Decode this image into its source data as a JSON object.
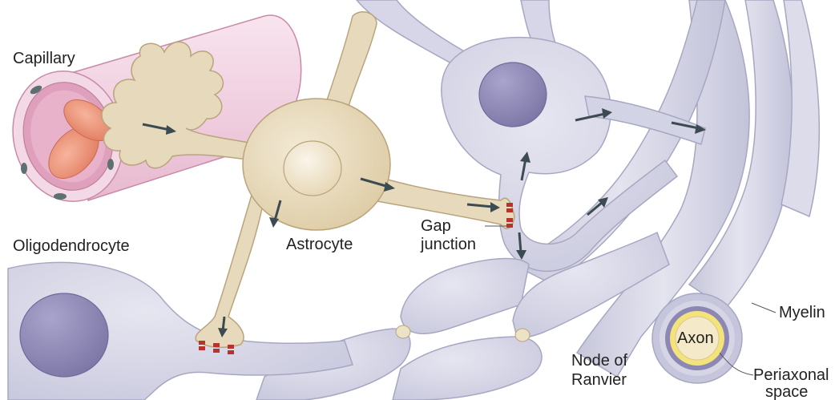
{
  "labels": {
    "capillary": "Capillary",
    "astrocyte": "Astrocyte",
    "oligodendrocyte": "Oligodendrocyte",
    "gap_junction_line1": "Gap",
    "gap_junction_line2": "junction",
    "myelin": "Myelin",
    "axon": "Axon",
    "node_line1": "Node of",
    "node_line2": "Ranvier",
    "periaxonal_line1": "Periaxonal",
    "periaxonal_line2": "space"
  },
  "colors": {
    "astrocyte_fill": "#e9dcc0",
    "astrocyte_stroke": "#b9a47c",
    "glia_fill": "#d9d9ea",
    "glia_stroke": "#a7a7c2",
    "nucleus": "#8c87b3",
    "capillary_outer": "#f1d3e1",
    "capillary_inner": "#e2a1bf",
    "red_cell": "#ef9a7e",
    "axon_core": "#f4e9c8",
    "periaxonal_ring": "#f3e37a",
    "arrow": "#3c4a52",
    "gap_junction": "#b5342c"
  }
}
